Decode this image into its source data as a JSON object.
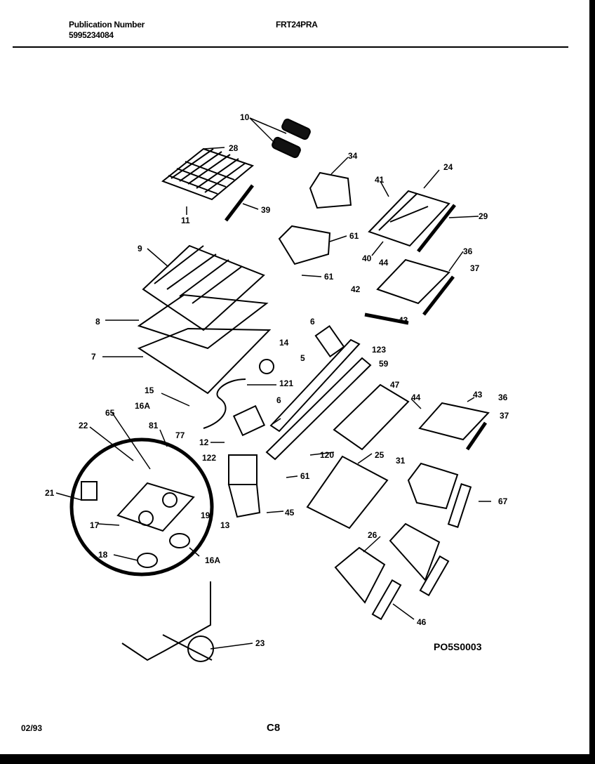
{
  "header": {
    "publication_label": "Publication Number",
    "publication_number": "5995234084",
    "model": "FRT24PRA"
  },
  "footer": {
    "date": "02/93",
    "page": "C8"
  },
  "figure_code": "PO5S0003",
  "callouts": [
    "10",
    "28",
    "11",
    "39",
    "34",
    "24",
    "41",
    "29",
    "40",
    "61",
    "61",
    "9",
    "36",
    "44",
    "37",
    "42",
    "43",
    "8",
    "6",
    "123",
    "14",
    "7",
    "5",
    "59",
    "121",
    "47",
    "15",
    "16A",
    "6",
    "44",
    "43",
    "36",
    "37",
    "65",
    "22",
    "81",
    "77",
    "12",
    "122",
    "120",
    "25",
    "31",
    "61",
    "21",
    "45",
    "67",
    "19",
    "13",
    "17",
    "18",
    "16A",
    "26",
    "46",
    "23"
  ]
}
